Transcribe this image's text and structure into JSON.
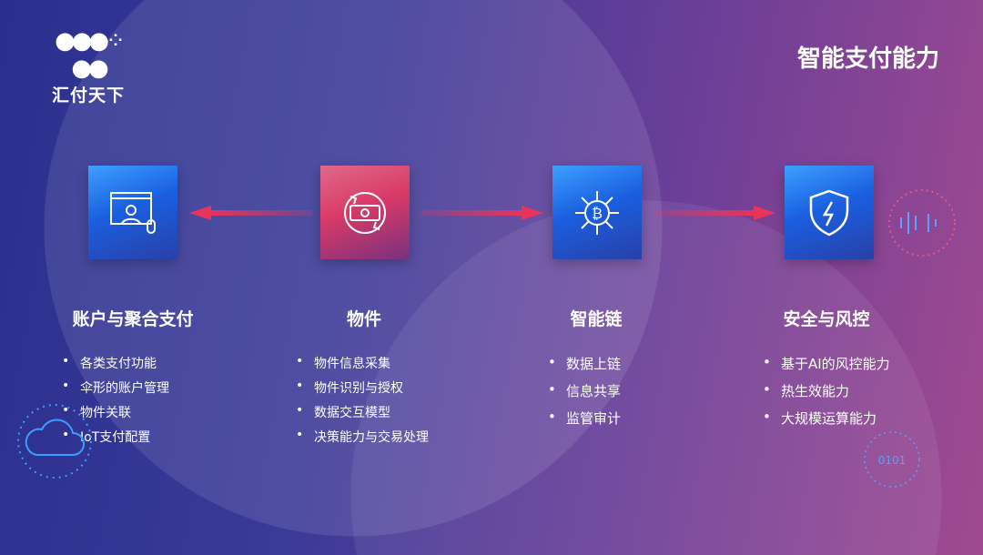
{
  "logo": {
    "mark": "⁂",
    "name": "汇付天下"
  },
  "page_title": "智能支付能力",
  "columns": [
    {
      "title": "账户与聚合支付",
      "icon": "account-user-screen-icon",
      "items": [
        "各类支付功能",
        "伞形的账户管理",
        "物件关联",
        "IoT支付配置"
      ]
    },
    {
      "title": "物件",
      "icon": "money-exchange-cycle-icon",
      "items": [
        "物件信息采集",
        "物件识别与授权",
        "数据交互模型",
        "决策能力与交易处理"
      ]
    },
    {
      "title": "智能链",
      "icon": "bitcoin-network-icon",
      "items": [
        "数据上链",
        "信息共享",
        "监管审计"
      ]
    },
    {
      "title": "安全与风控",
      "icon": "shield-lightning-icon",
      "items": [
        "基于AI的风控能力",
        "热生效能力",
        "大规模运算能力"
      ]
    }
  ],
  "colors": {
    "arrow": "#e8345a",
    "blue": "#1a5fe0",
    "red": "#d83a66"
  }
}
